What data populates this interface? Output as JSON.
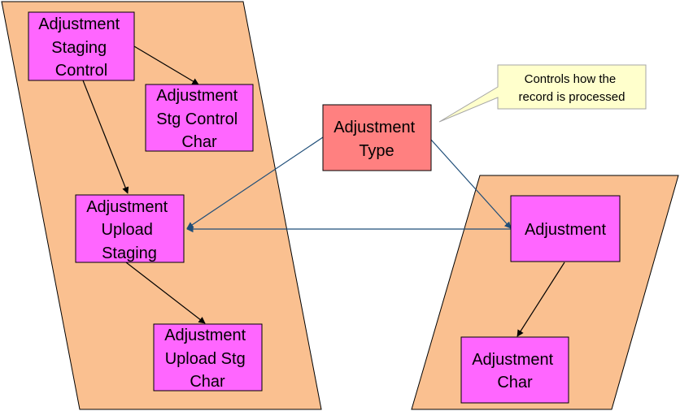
{
  "colors": {
    "parallelogram_fill": "#FAC090",
    "entity_fill": "#FF66FF",
    "type_fill": "#FF8080",
    "callout_fill": "#FFFFCC",
    "arrow_black": "#000000",
    "arrow_blue": "#1F4E79"
  },
  "entities": {
    "staging_control": [
      "Adjustment",
      "Staging",
      "Control"
    ],
    "stg_control_char": [
      "Adjustment",
      "Stg Control",
      "Char"
    ],
    "upload_staging": [
      "Adjustment",
      "Upload",
      "Staging"
    ],
    "upload_stg_char": [
      "Adjustment",
      "Upload Stg",
      "Char"
    ],
    "adjustment_type": [
      "Adjustment",
      "Type"
    ],
    "adjustment": [
      "Adjustment"
    ],
    "adjustment_char": [
      "Adjustment",
      "Char"
    ]
  },
  "callout": [
    "Controls how the",
    "record is processed"
  ]
}
